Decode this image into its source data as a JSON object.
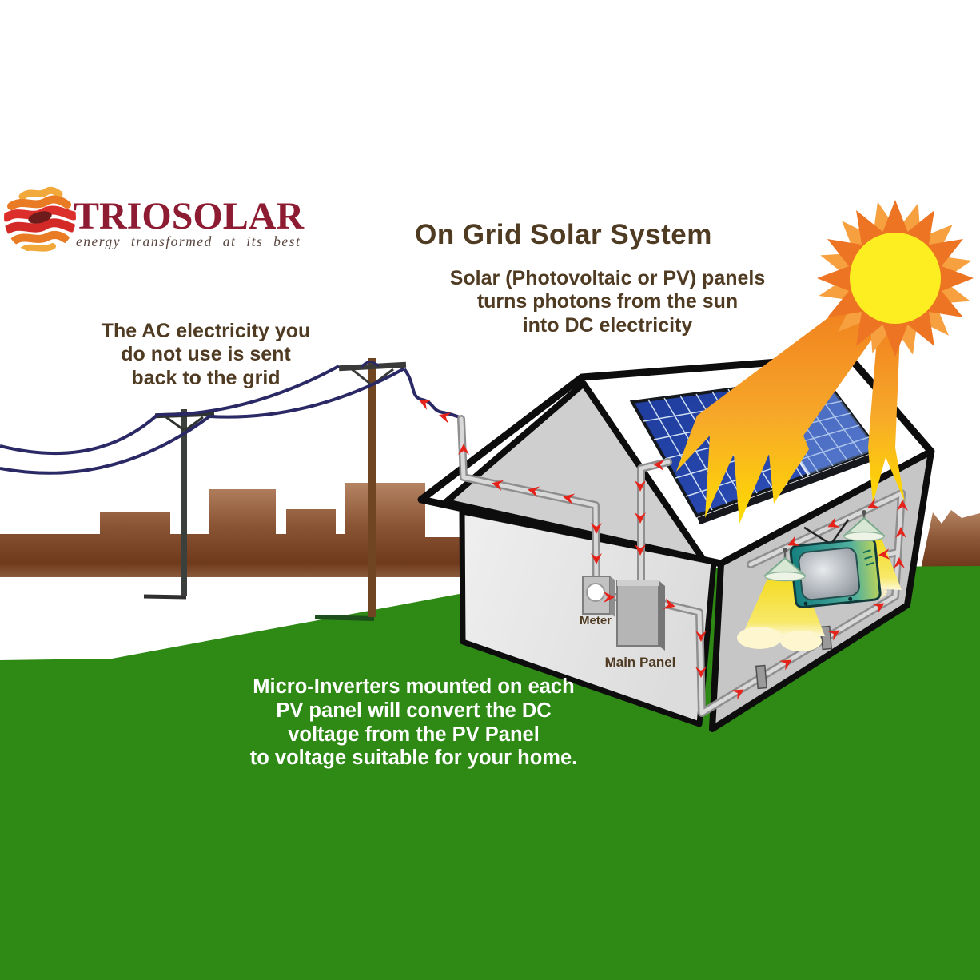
{
  "logo": {
    "brand": "TRIOSOLAR",
    "tagline": "energy transformed at its best"
  },
  "title": "On Grid Solar System",
  "annotations": {
    "panels_info": "Solar (Photovoltaic or PV) panels\nturns photons from the sun\ninto DC electricity",
    "grid_info": "The AC electricity you\ndo not use is sent\nback to the grid",
    "inverter_info": "Micro-Inverters mounted on each\nPV panel will convert the DC\nvoltage from the PV Panel\nto voltage suitable for your home."
  },
  "labels": {
    "meter": "Meter",
    "main_panel": "Main Panel"
  },
  "colors": {
    "text_brown": "#4F3A22",
    "brand_maroon": "#8D1C33",
    "grass_green": "#2E8A15",
    "arrow_red": "#E5231B",
    "wire_navy": "#2B2965",
    "panel_blue": "#23408F",
    "sun_yellow": "#FCEE21",
    "sun_orange": "#ED7423",
    "skyline_brown": "#6F3A1C"
  }
}
